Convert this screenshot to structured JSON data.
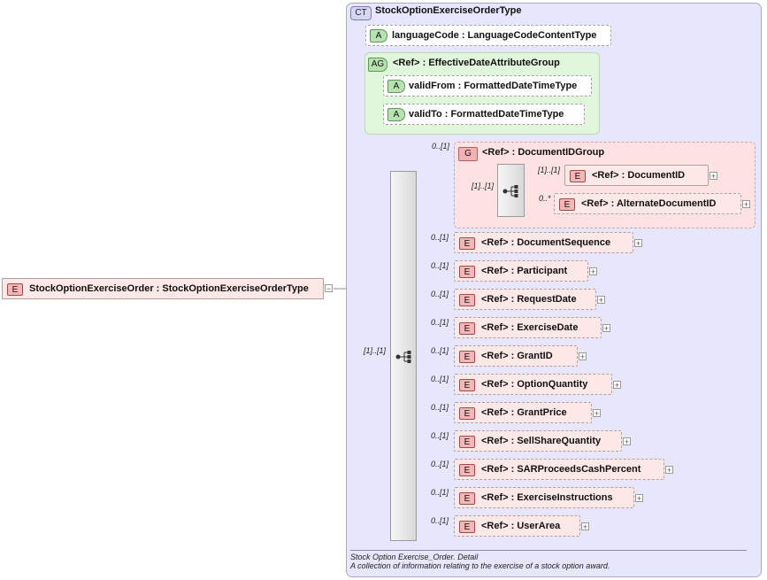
{
  "root": {
    "badge": "E",
    "label": "StockOptionExerciseOrder : StockOptionExerciseOrderType",
    "expander": "−"
  },
  "complex_type": {
    "badge": "CT",
    "title": "StockOptionExerciseOrderType"
  },
  "attribute_language": {
    "badge": "A",
    "label": "languageCode  : LanguageCodeContentType"
  },
  "attribute_group": {
    "badge": "AG",
    "label": "<Ref>      : EffectiveDateAttributeGroup",
    "valid_from": {
      "badge": "A",
      "label": "validFrom  : FormattedDateTimeType"
    },
    "valid_to": {
      "badge": "A",
      "label": "validTo    : FormattedDateTimeType"
    }
  },
  "sequence_card": "[1]..[1]",
  "group": {
    "card": "0..[1]",
    "badge": "G",
    "label": "<Ref>      : DocumentIDGroup",
    "choice_card": "[1]..[1]",
    "document_id": {
      "card": "[1]..[1]",
      "badge": "E",
      "label": "<Ref>      : DocumentID",
      "expander": "+"
    },
    "alternate_document_id": {
      "card": "0..*",
      "badge": "E",
      "label": "<Ref>      : AlternateDocumentID",
      "expander": "+"
    }
  },
  "elements": [
    {
      "card": "0..[1]",
      "badge": "E",
      "label": "<Ref>      : DocumentSequence",
      "expander": "+"
    },
    {
      "card": "0..[1]",
      "badge": "E",
      "label": "<Ref>      : Participant",
      "expander": "+"
    },
    {
      "card": "0..[1]",
      "badge": "E",
      "label": "<Ref>      : RequestDate",
      "expander": "+"
    },
    {
      "card": "0..[1]",
      "badge": "E",
      "label": "<Ref>      : ExerciseDate",
      "expander": "+"
    },
    {
      "card": "0..[1]",
      "badge": "E",
      "label": "<Ref>      : GrantID",
      "expander": "+"
    },
    {
      "card": "0..[1]",
      "badge": "E",
      "label": "<Ref>      : OptionQuantity",
      "expander": "+"
    },
    {
      "card": "0..[1]",
      "badge": "E",
      "label": "<Ref>      : GrantPrice",
      "expander": "+"
    },
    {
      "card": "0..[1]",
      "badge": "E",
      "label": "<Ref>      : SellShareQuantity",
      "expander": "+"
    },
    {
      "card": "0..[1]",
      "badge": "E",
      "label": "<Ref>      : SARProceedsCashPercent",
      "expander": "+"
    },
    {
      "card": "0..[1]",
      "badge": "E",
      "label": "<Ref>      : ExerciseInstructions",
      "expander": "+"
    },
    {
      "card": "0..[1]",
      "badge": "E",
      "label": "<Ref>      : UserArea",
      "expander": "+"
    }
  ],
  "documentation": {
    "line1": "Stock Option Exercise_Order. Detail",
    "line2": "A collection of information relating to the exercise of a stock option award."
  }
}
